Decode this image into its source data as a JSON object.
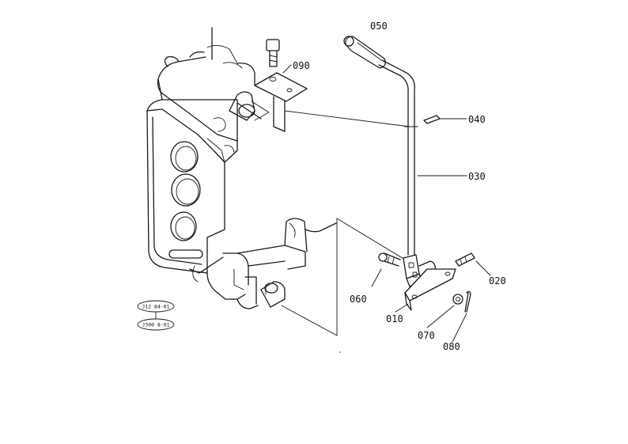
{
  "parts": {
    "p010": "010",
    "p020": "020",
    "p030": "030",
    "p040": "040",
    "p050": "050",
    "p060": "060",
    "p070": "070",
    "p080": "080",
    "p090": "090"
  },
  "ref_codes": {
    "upper": "J12 84-01",
    "lower": "J300 8-01"
  }
}
